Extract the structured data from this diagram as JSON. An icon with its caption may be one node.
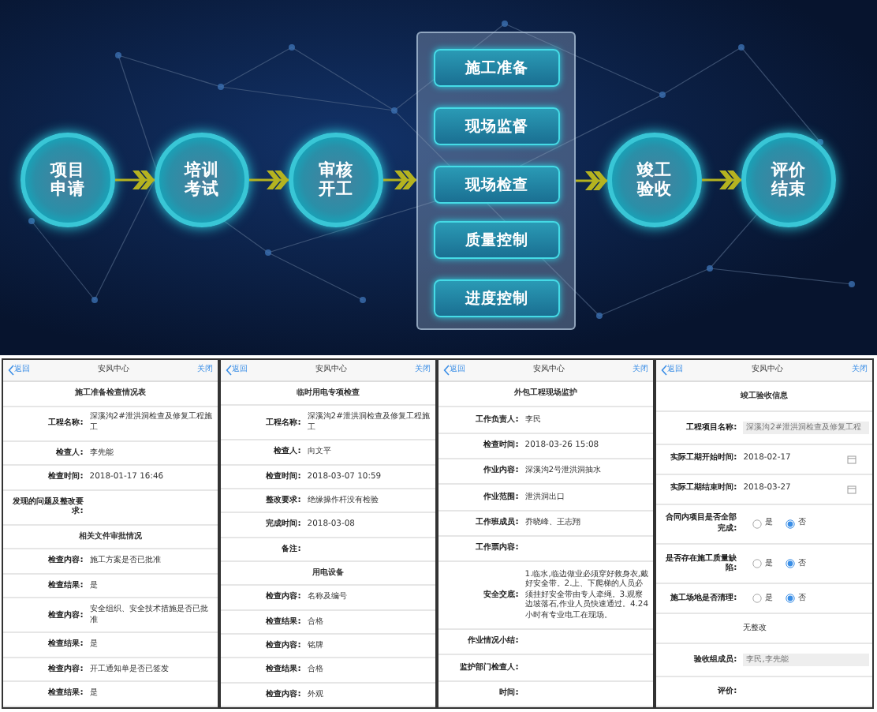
{
  "diagram": {
    "nodes": [
      {
        "text": [
          "项目申请"
        ]
      },
      {
        "text": [
          "培训考试"
        ]
      },
      {
        "text": [
          "审核开工"
        ]
      },
      {
        "text": [],
        "shape": "box"
      },
      {
        "text": [
          "施工准备"
        ],
        "in": 3
      },
      {
        "text": [
          "现场监督"
        ],
        "in": 3
      },
      {
        "text": [
          "现场检查"
        ],
        "in": 3
      },
      {
        "text": [
          "质量控制"
        ],
        "in": 3
      },
      {
        "text": [
          "进度控制"
        ],
        "in": 3
      },
      {
        "text": [
          "竣工验收"
        ]
      },
      {
        "text": [
          "评价结束"
        ]
      }
    ],
    "edges": [
      {
        "from": 0,
        "to": 1,
        "arrow": "to"
      },
      {
        "from": 1,
        "to": 2,
        "arrow": "to"
      },
      {
        "from": 2,
        "to": 3,
        "arrow": "to"
      },
      {
        "from": 3,
        "to": 9,
        "arrow": "to"
      },
      {
        "from": 9,
        "to": 10,
        "arrow": "to"
      }
    ],
    "labels": [
      "返回",
      "安风中心",
      "关闭",
      "施工准备检查情况表",
      "工程名称:",
      "深溪沟2#泄洪洞检查及修复工程施工",
      "检查人:",
      "李先能",
      "检查时间:",
      "2018-01-17 16:46",
      "发现的问题及整改要求:",
      "相关文件审批情况",
      "检查内容:",
      "施工方案是否已批准",
      "检查结果:",
      "是",
      "检查内容:",
      "安全组织、安全技术措施是否已批准",
      "检查结果:",
      "是",
      "检查内容:",
      "开工通知单是否已签发",
      "检查结果:",
      "是",
      "返回",
      "安风中心",
      "关闭",
      "临时用电专项检查",
      "工程名称:",
      "深溪沟2#泄洪洞检查及修复工程施工",
      "检查人:",
      "向文平",
      "检查时间:",
      "2018-03-07 10:59",
      "整改要求:",
      "绝缘操作杆没有检验",
      "完成时间:",
      "2018-03-08",
      "备注:",
      "用电设备",
      "检查内容:",
      "名称及编号",
      "检查结果:",
      "合格",
      "检查内容:",
      "铭牌",
      "检查结果:",
      "合格",
      "检查内容:",
      "外观",
      "返回",
      "安风中心",
      "关闭",
      "外包工程现场监护",
      "工作负责人:",
      "李民",
      "检查时间:",
      "2018-03-26 15:08",
      "作业内容:",
      "深溪沟2号泄洪洞抽水",
      "作业范围:",
      "泄洪洞出口",
      "工作班成员:",
      "乔晓峰、王志翔",
      "工作票内容:",
      "安全交底:",
      "1.临水,临边做业必须穿好救身衣,戴好安全带。2.上、下爬梯的人员必须挂好安全带由专人牵绳。3.观察边坡落石,作业人员快速通过。4.24小时有专业电工在现场。",
      "作业情况小结:",
      "监护部门检查人:",
      "时间:",
      "返回",
      "安风中心",
      "关闭",
      "竣工验收信息",
      "工程项目名称:",
      "深溪沟2#泄洪洞检查及修复工程",
      "实际工期开始时间:",
      "2018-02-17",
      "实际工期结束时间:",
      "2018-03-27",
      "合同内项目是否全部完成:",
      "是",
      "否",
      "是否存在施工质量缺陷:",
      "是",
      "否",
      "施工场地是否清理:",
      "是",
      "否",
      "无整改",
      "验收组成员:",
      "李民,李先能",
      "评价:"
    ]
  }
}
